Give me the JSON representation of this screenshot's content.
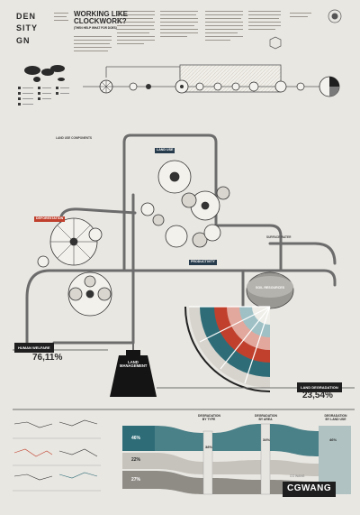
{
  "header": {
    "logo_lines": [
      "DEN",
      "SITY",
      "GN"
    ],
    "title": "WORKING LIKE CLOCKWORK?",
    "subtitle": "(THEN HELP WHAT FOR DOES)"
  },
  "labels": {
    "land_use": "LAND USE",
    "land_management": "LAND\nMANAGEMENT",
    "soil_resources": "SOIL RESOURCES",
    "human_welfare": "HUMAN WELFARE",
    "land_degradation": "LAND DEGRADATION",
    "deforestation": "DEFORESTATION",
    "productive": "PRODUCTIVITY",
    "land_use_components": "LAND USE COMPONENTS",
    "surface_water": "SURFACE WATER",
    "degradation_by_type": "DEGRADATION\nBY TYPE",
    "degradation_by_area": "DEGRADATION\nBY AREA",
    "degradation_by_land_use": "DEGRADATION\nBY LAND USE"
  },
  "stats": {
    "human_welfare_pct": "76,11%",
    "land_degradation_pct": "23,54%",
    "sankey_a": "46%",
    "sankey_b": "22%",
    "sankey_c": "27%",
    "col1_pct": "38%",
    "col2_pct": "34%",
    "col3_pct": "46%"
  },
  "colors": {
    "dark": "#263b4c",
    "teal": "#2e6d78",
    "red": "#c0402d",
    "grey": "#7a7a7a",
    "paper": "#e9e7e2"
  },
  "watermark": {
    "main": "CGWANG",
    "sub": "CG WANG"
  }
}
